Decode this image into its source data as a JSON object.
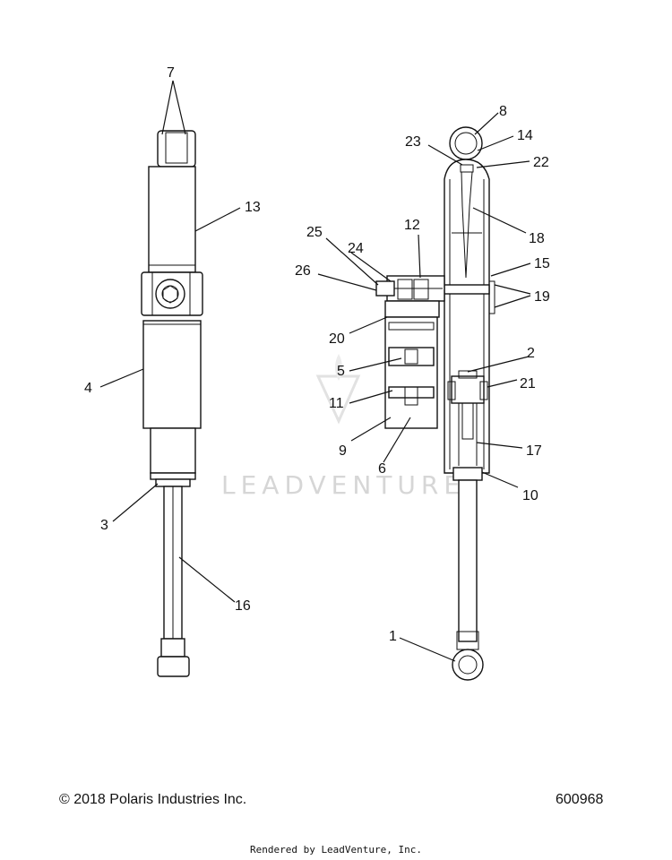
{
  "callouts": {
    "c1": "1",
    "c2": "2",
    "c3": "3",
    "c4": "4",
    "c5": "5",
    "c6": "6",
    "c7": "7",
    "c8": "8",
    "c9": "9",
    "c10": "10",
    "c11": "11",
    "c12": "12",
    "c13": "13",
    "c14": "14",
    "c15": "15",
    "c16": "16",
    "c17": "17",
    "c18": "18",
    "c19": "19",
    "c20": "20",
    "c21": "21",
    "c22": "22",
    "c23": "23",
    "c24": "24",
    "c25": "25",
    "c26": "26"
  },
  "watermark": "LEADVENTURE",
  "footer": {
    "copyright": "© 2018 Polaris Industries Inc.",
    "diagram_number": "600968",
    "rendered_by": "Rendered by LeadVenture, Inc."
  }
}
